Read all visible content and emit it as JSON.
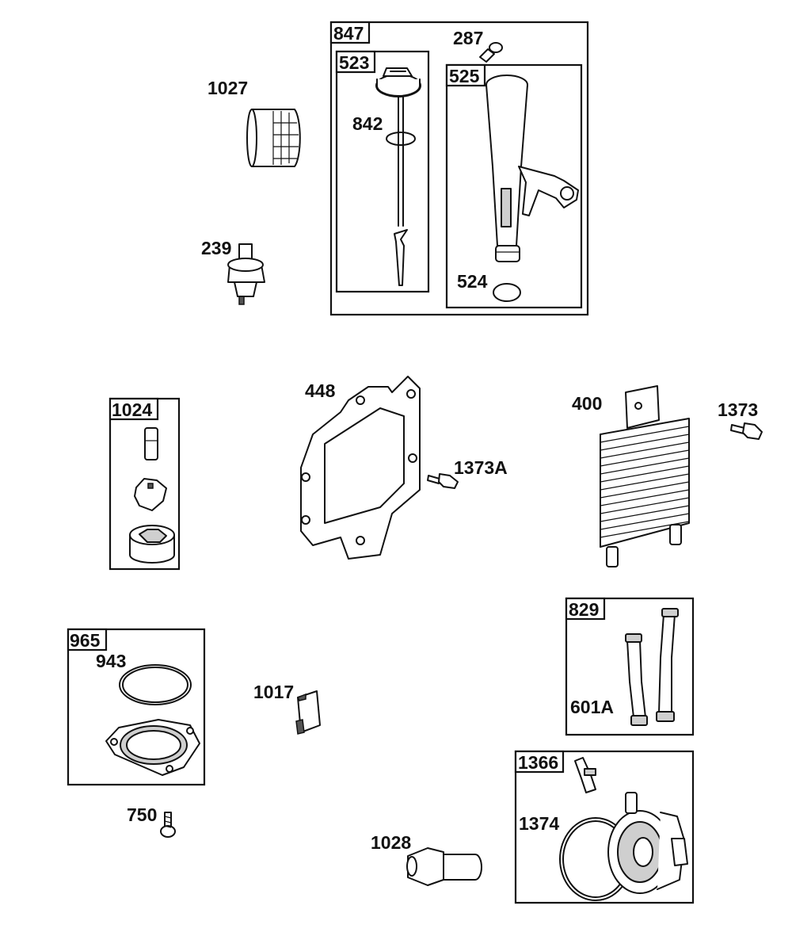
{
  "groups": {
    "g847": "847",
    "g523": "523",
    "g525": "525",
    "g1024": "1024",
    "g965": "965",
    "g829": "829",
    "g1366": "1366"
  },
  "parts": {
    "p1027": "1027",
    "p287": "287",
    "p842": "842",
    "p239": "239",
    "p524": "524",
    "p448": "448",
    "p400": "400",
    "p1373": "1373",
    "p1373A": "1373A",
    "p943": "943",
    "p1017": "1017",
    "p601A": "601A",
    "p750": "750",
    "p1374": "1374",
    "p1028": "1028"
  }
}
